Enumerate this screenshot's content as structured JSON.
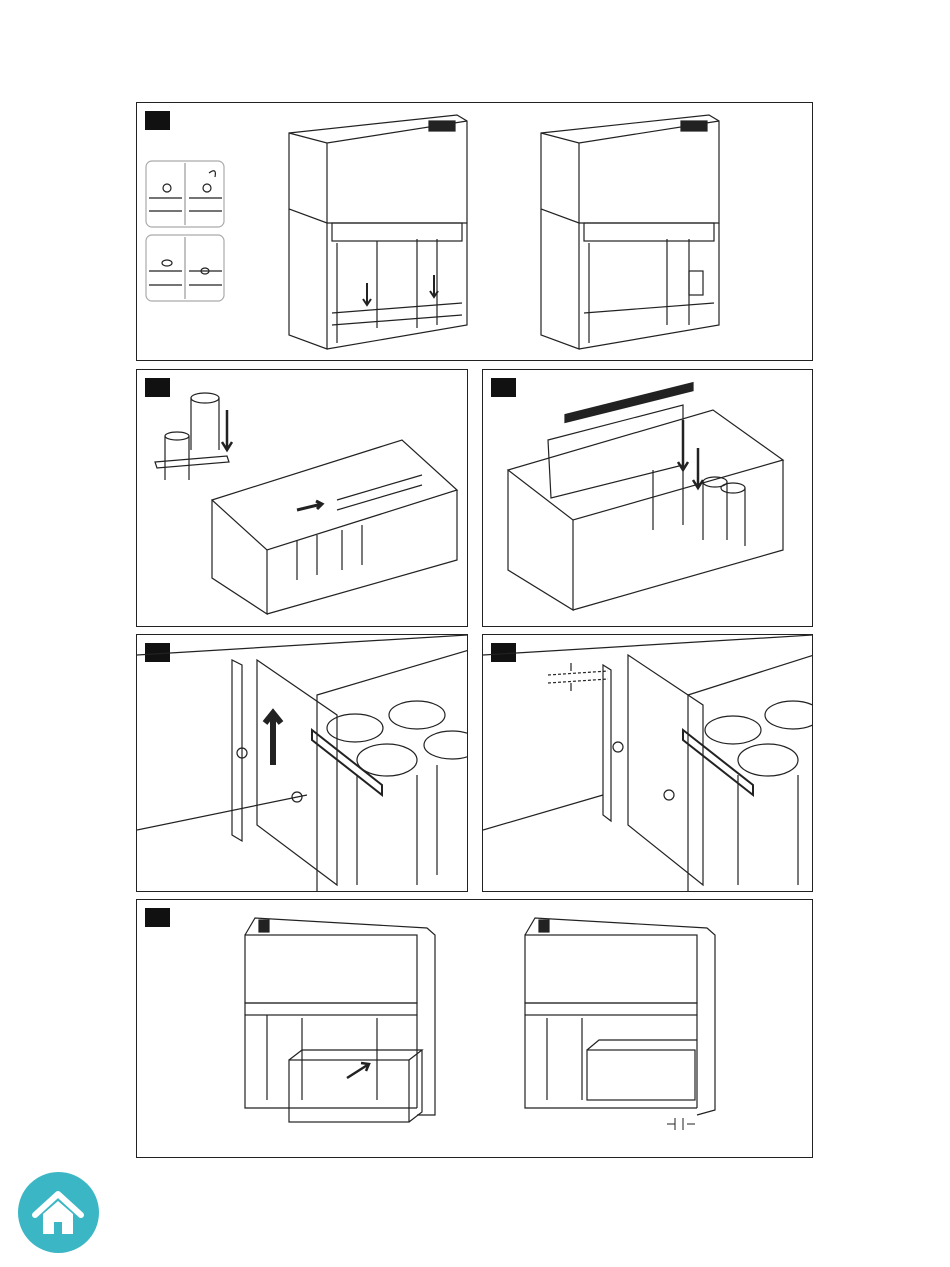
{
  "panels": [
    {
      "id": "step-1"
    },
    {
      "id": "step-2"
    },
    {
      "id": "step-3"
    },
    {
      "id": "step-4"
    },
    {
      "id": "step-5"
    },
    {
      "id": "step-6"
    }
  ],
  "colors": {
    "line": "#222222",
    "badge": "#111111",
    "home_button": "#3bb6c4",
    "home_icon": "#ffffff"
  },
  "icons": {
    "home_button": "home-icon"
  }
}
